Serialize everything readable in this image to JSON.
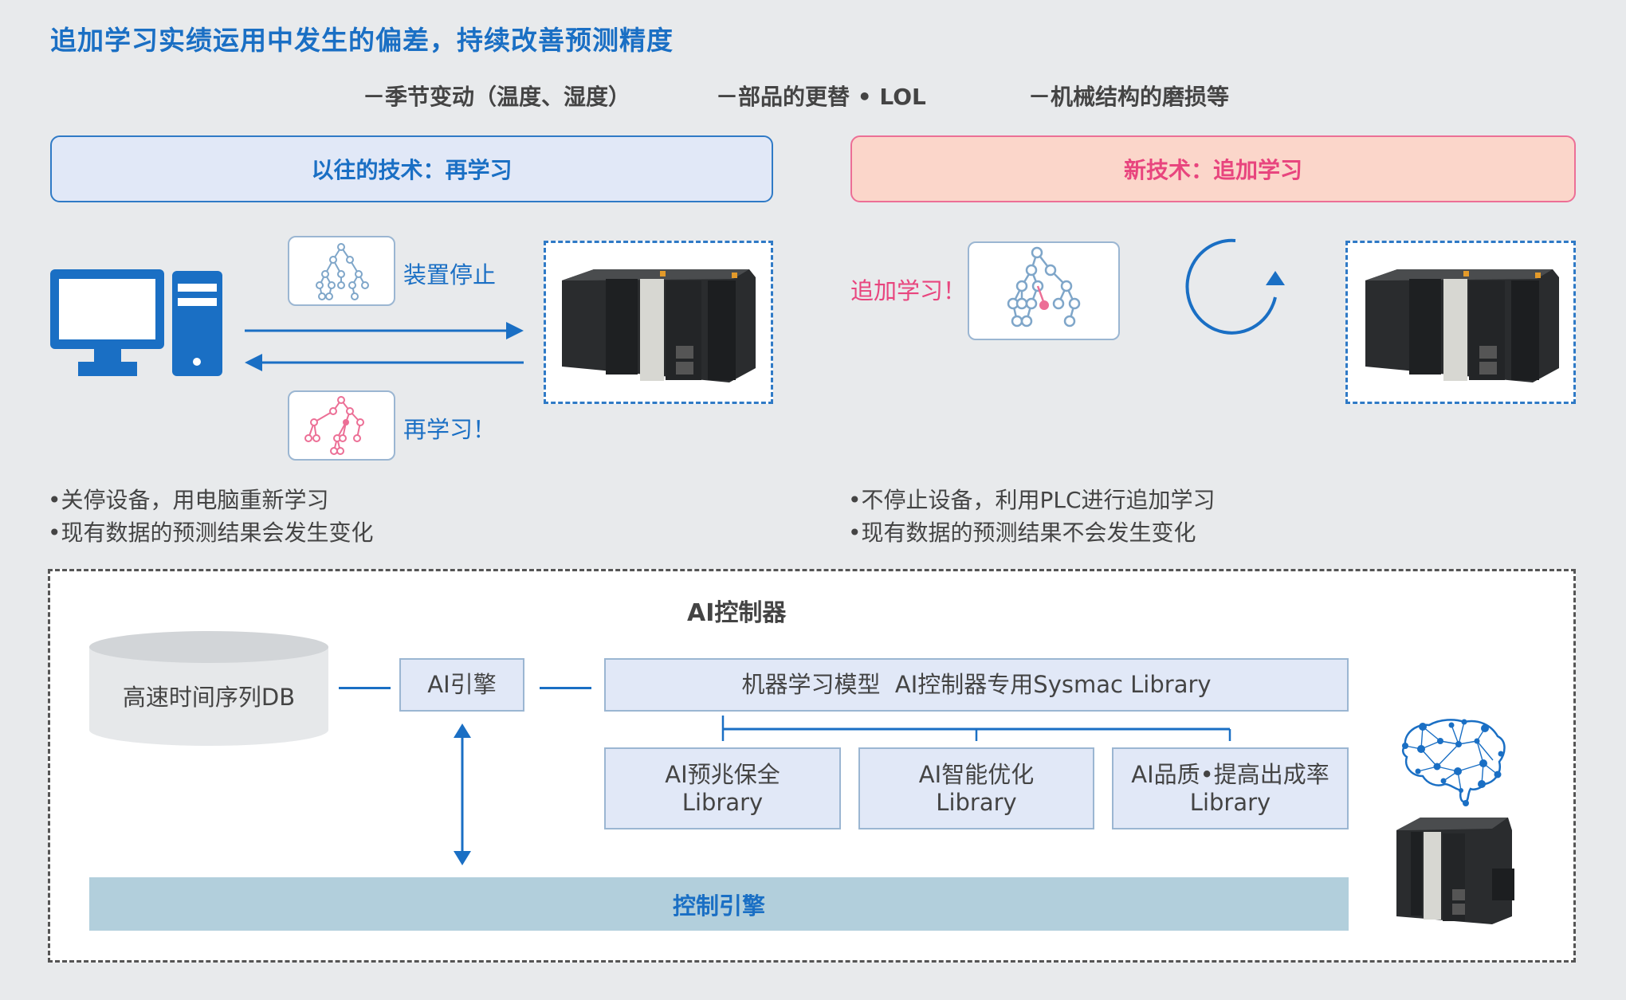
{
  "title": "追加学习实绩运用中发生的偏差，持续改善预测精度",
  "factors": [
    "－季节变动（温度、湿度）",
    "－部品的更替 • LOL",
    "－机械结构的磨损等"
  ],
  "old_tech": {
    "header": "以往的技术：再学习",
    "label_stop": "装置停止",
    "label_relearn": "再学习！",
    "bullets": [
      "•关停设备，用电脑重新学习",
      "•现有数据的预测结果会发生变化"
    ]
  },
  "new_tech": {
    "header": "新技术：追加学习",
    "label_add": "追加学习！",
    "bullets": [
      "•不停止设备，利用PLC进行追加学习",
      "•现有数据的预测结果不会发生变化"
    ]
  },
  "ai_controller": {
    "title": "AI控制器",
    "database": "高速时间序列DB",
    "ai_engine": "AI引擎",
    "ml_model": "机器学习模型  AI控制器专用Sysmac Library",
    "libraries": [
      {
        "line1": "AI预兆保全",
        "line2": "Library"
      },
      {
        "line1": "AI智能优化",
        "line2": "Library"
      },
      {
        "line1": "AI品质•提高出成率",
        "line2": "Library"
      }
    ],
    "control_engine": "控制引擎"
  },
  "colors": {
    "brand_blue": "#1a6fc4",
    "pink": "#e8457e",
    "old_header_bg": "#e1e8f7",
    "new_header_bg": "#fbd6ca",
    "control_engine_bg": "#b2cfdc",
    "page_bg": "#e8eaec"
  }
}
